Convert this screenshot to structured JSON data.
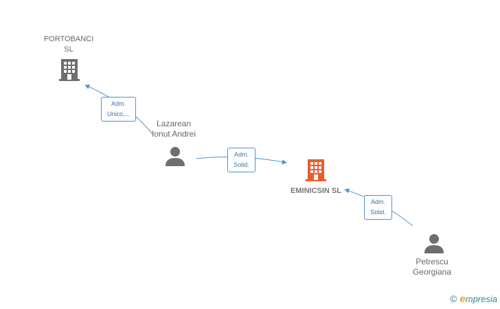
{
  "nodes": {
    "portobanci": {
      "line1": "PORTOBANCI",
      "line2": "SL"
    },
    "lazarean": {
      "line1": "Lazarean",
      "line2": "Ionut Andrei"
    },
    "eminicsin": {
      "line1": "EMINICSIN  SL"
    },
    "petrescu": {
      "line1": "Petrescu",
      "line2": "Georgiana"
    }
  },
  "edges": {
    "lazarean_portobanci": {
      "line1": "Adm.",
      "line2": "Unico,..."
    },
    "lazarean_eminicsin": {
      "line1": "Adm.",
      "line2": "Solid."
    },
    "petrescu_eminicsin": {
      "line1": "Adm.",
      "line2": "Solid."
    }
  },
  "brand": {
    "copyright": "©",
    "initial": "e",
    "rest": "mpresia"
  },
  "colors": {
    "company": "#6e6e6e",
    "focus_company": "#f05a28",
    "person": "#6e6e6e",
    "edge": "#4a90d9"
  }
}
